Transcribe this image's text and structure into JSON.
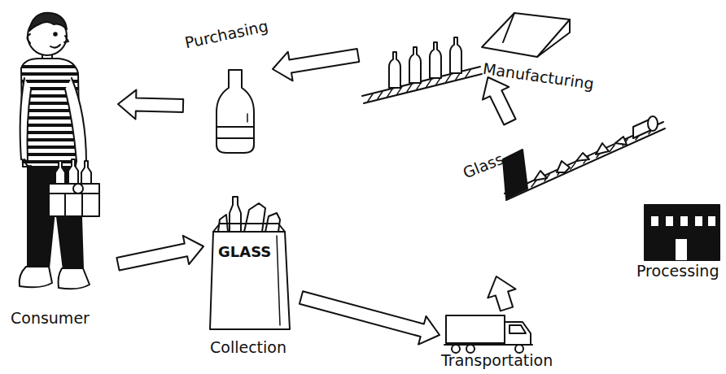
{
  "diagram": {
    "nodes": [
      {
        "text": [
          "Purchasing"
        ]
      },
      {
        "text": [
          "Manufacturing"
        ]
      },
      {
        "text": [
          "Consumer"
        ]
      },
      {
        "text": [
          "Collection"
        ]
      },
      {
        "text": [
          "Transportation"
        ]
      },
      {
        "text": [
          "Processing"
        ]
      }
    ],
    "edges": [
      {
        "from": 0,
        "to": 2,
        "arrow": "to"
      },
      {
        "from": 2,
        "to": 3,
        "arrow": "to"
      },
      {
        "from": 3,
        "to": 4,
        "arrow": "to"
      },
      {
        "from": 4,
        "to": 5,
        "arrow": "to"
      },
      {
        "from": 5,
        "to": 1,
        "arrow": "to"
      },
      {
        "from": 1,
        "to": 0,
        "arrow": "to"
      }
    ],
    "labels": [
      "GLASS",
      "Glass"
    ]
  }
}
